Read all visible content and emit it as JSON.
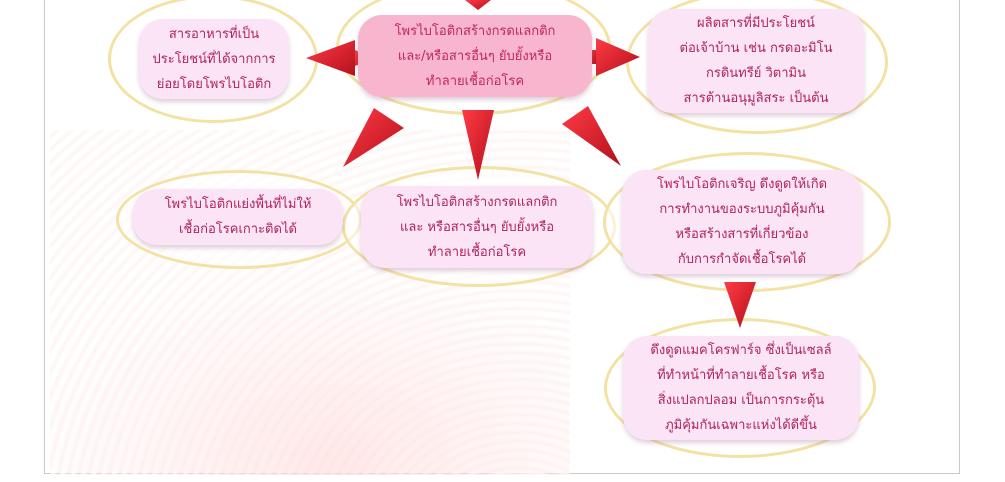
{
  "diagram": {
    "nodes": [
      {
        "id": "n1",
        "text": "สารอาหารที่เป็น\nประโยชน์ที่ได้จากการ\nย่อยโดยโพรไบโอติก"
      },
      {
        "id": "n2",
        "text": "โพรไบโอติกสร้างกรดแลกติก\nและ/หรือสารอื่นๆ ยับยั้งหรือ\nทำลายเชื้อก่อโรค"
      },
      {
        "id": "n3",
        "text": "ผลิตสารที่มีประโยชน์\nต่อเจ้าบ้าน เช่น กรดอะมิโน\nกรดินทรีย์ วิตามิน\nสารต้านอนุมูลิสระ เป็นต้น"
      },
      {
        "id": "n4",
        "text": "โพรไบโอติกแย่งพื้นที่ไม่ให้\nเชื้อก่อโรคเกาะติดได้"
      },
      {
        "id": "n5",
        "text": "โพรไบโอติกสร้างกรดแลกติก\nและ หรือสารอื่นๆ ยับยั้งหรือ\nทำลายเชื้อก่อโรค"
      },
      {
        "id": "n6",
        "text": "โพรไบโอติกเจริญ ดึงดูดให้เกิด\nการทำงานของระบบภูมิคุ้มกัน\nหรือสร้างสารที่เกี่ยวข้อง\nกับการกำจัดเชื้อโรคได้"
      },
      {
        "id": "n7",
        "text": "ดึงดูดแมคโครฟาร์จ ซึ่งเป็นเซลล์\nที่ทำหน้าที่ทำลายเชื้อโรค หรือ\nสิ่งแปลกปลอม เป็นการกระตุ้น\nภูมิคุ้มกันเฉพาะแห่งได้ดีขึ้น"
      }
    ],
    "colors": {
      "arrow": "#e01b2b",
      "pill": "#fbe4f6",
      "pill_center": "#f7b6cd",
      "text": "#b0245a",
      "oval_border": "#f3e2a4"
    }
  }
}
